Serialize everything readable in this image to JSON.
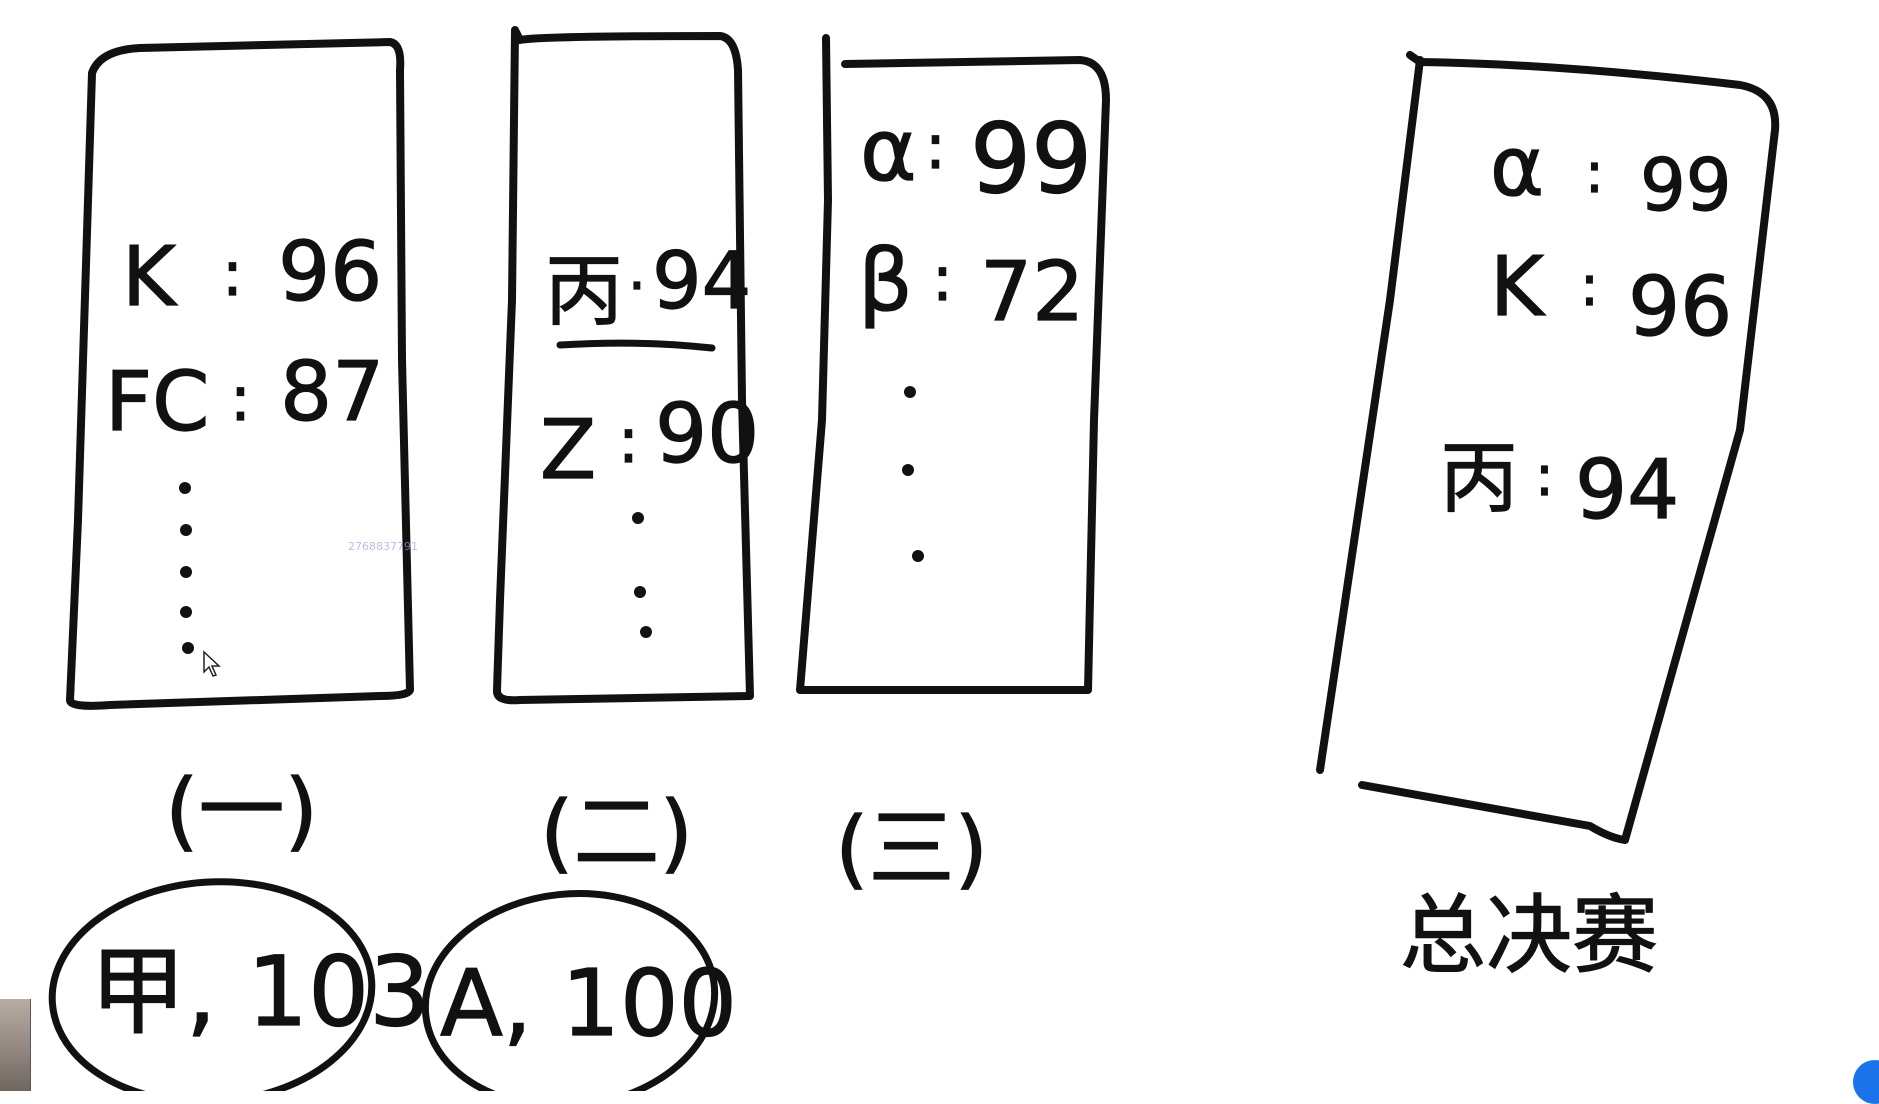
{
  "colors": {
    "ink": "#111111",
    "background": "#ffffff",
    "fab": "#1a73e8"
  },
  "boards": [
    {
      "label": "(一)",
      "scores": [
        {
          "name": "K",
          "value": "96"
        },
        {
          "name": "FC",
          "value": "87"
        }
      ],
      "winner": "甲, 103"
    },
    {
      "label": "(二)",
      "scores": [
        {
          "name": "丙",
          "value": "94"
        },
        {
          "name": "Z",
          "value": "90"
        }
      ],
      "winner": "A, 100"
    },
    {
      "label": "(三)",
      "scores": [
        {
          "name": "α",
          "value": "99"
        },
        {
          "name": "β",
          "value": "72"
        }
      ],
      "winner": ""
    }
  ],
  "final": {
    "label": "总决赛",
    "scores": [
      {
        "name": "α",
        "value": "99"
      },
      {
        "name": "K",
        "value": "96"
      },
      {
        "name": "丙",
        "value": "94"
      }
    ]
  },
  "watermark": "2768837791",
  "icons": {
    "cursor": "mouse-pointer-icon",
    "chat": "chat-bubble-icon"
  }
}
